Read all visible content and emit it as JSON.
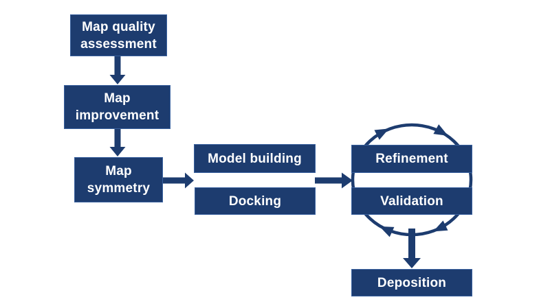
{
  "diagram": {
    "type": "flowchart",
    "background": "#ffffff",
    "colors": {
      "box_fill": "#1d3c6f",
      "box_border": "#3a62a0",
      "arrow": "#1d3c6f",
      "text": "#ffffff"
    },
    "boxes": {
      "map_quality": {
        "line1": "Map quality",
        "line2": "assessment"
      },
      "map_improvement": {
        "line1": "Map",
        "line2": "improvement"
      },
      "map_symmetry": {
        "line1": "Map",
        "line2": "symmetry"
      },
      "model_building": {
        "label": "Model building"
      },
      "docking": {
        "label": "Docking"
      },
      "refinement": {
        "label": "Refinement"
      },
      "validation": {
        "label": "Validation"
      },
      "deposition": {
        "label": "Deposition"
      }
    },
    "edges": [
      {
        "from": "map_quality",
        "to": "map_improvement",
        "direction": "down"
      },
      {
        "from": "map_improvement",
        "to": "map_symmetry",
        "direction": "down"
      },
      {
        "from": "map_symmetry",
        "to": "model_building + docking",
        "direction": "right"
      },
      {
        "from": "model_building + docking",
        "to": "refinement + validation",
        "direction": "right"
      },
      {
        "from": "refinement + validation cycle",
        "to": "deposition",
        "direction": "down"
      }
    ],
    "cycle": {
      "around": [
        "refinement",
        "validation"
      ],
      "direction": "clockwise",
      "arrowhead_count": 4
    }
  }
}
